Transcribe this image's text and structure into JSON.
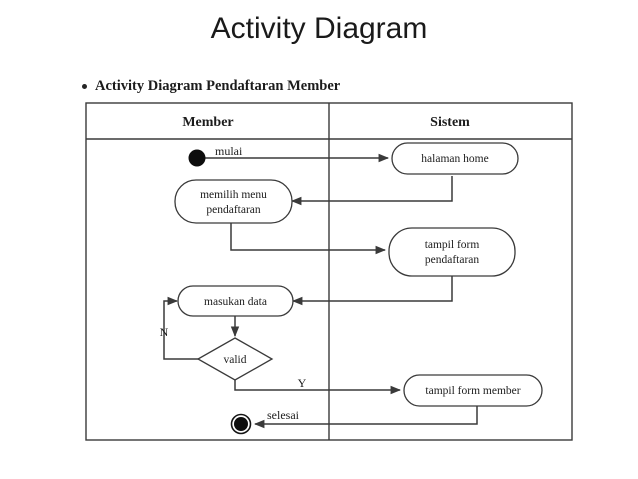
{
  "slide": {
    "title": "Activity Diagram",
    "bullet": {
      "marker": "bullet-dot",
      "text": "Activity Diagram Pendaftaran Member"
    }
  },
  "diagram": {
    "type": "uml-activity-diagram",
    "swimlanes": [
      {
        "id": "member",
        "label": "Member"
      },
      {
        "id": "sistem",
        "label": "Sistem"
      }
    ],
    "nodes": [
      {
        "id": "start",
        "type": "initial-node",
        "lane": "member",
        "label": ""
      },
      {
        "id": "memilih-menu",
        "type": "action",
        "lane": "member",
        "label_line1": "memilih menu",
        "label_line2": "pendaftaran"
      },
      {
        "id": "masukan-data",
        "type": "action",
        "lane": "member",
        "label": "masukan data"
      },
      {
        "id": "valid",
        "type": "decision",
        "lane": "member",
        "label": "valid"
      },
      {
        "id": "end",
        "type": "final-node",
        "lane": "member",
        "label": ""
      },
      {
        "id": "halaman-home",
        "type": "action",
        "lane": "sistem",
        "label": "halaman home"
      },
      {
        "id": "tampil-form-pendaftaran",
        "type": "action",
        "lane": "sistem",
        "label_line1": "tampil form",
        "label_line2": "pendaftaran"
      },
      {
        "id": "tampil-form-member",
        "type": "action",
        "lane": "sistem",
        "label": "tampil form member"
      }
    ],
    "edges": [
      {
        "from": "start",
        "to": "halaman-home",
        "label": "mulai"
      },
      {
        "from": "halaman-home",
        "to": "memilih-menu",
        "label": ""
      },
      {
        "from": "memilih-menu",
        "to": "tampil-form-pendaftaran",
        "label": ""
      },
      {
        "from": "tampil-form-pendaftaran",
        "to": "masukan-data",
        "label": ""
      },
      {
        "from": "masukan-data",
        "to": "valid",
        "label": ""
      },
      {
        "from": "valid",
        "to": "masukan-data",
        "label": "N"
      },
      {
        "from": "valid",
        "to": "tampil-form-member",
        "label": "Y"
      },
      {
        "from": "tampil-form-member",
        "to": "end",
        "label": "selesai"
      }
    ],
    "edge_labels": {
      "mulai": "mulai",
      "no": "N",
      "yes": "Y",
      "selesai": "selesai"
    },
    "colors": {
      "line": "#3a3a3a",
      "text": "#1c1c1c",
      "node_fill": "#ffffff",
      "terminal_fill": "#0d0d0d",
      "background": "#ffffff"
    }
  }
}
